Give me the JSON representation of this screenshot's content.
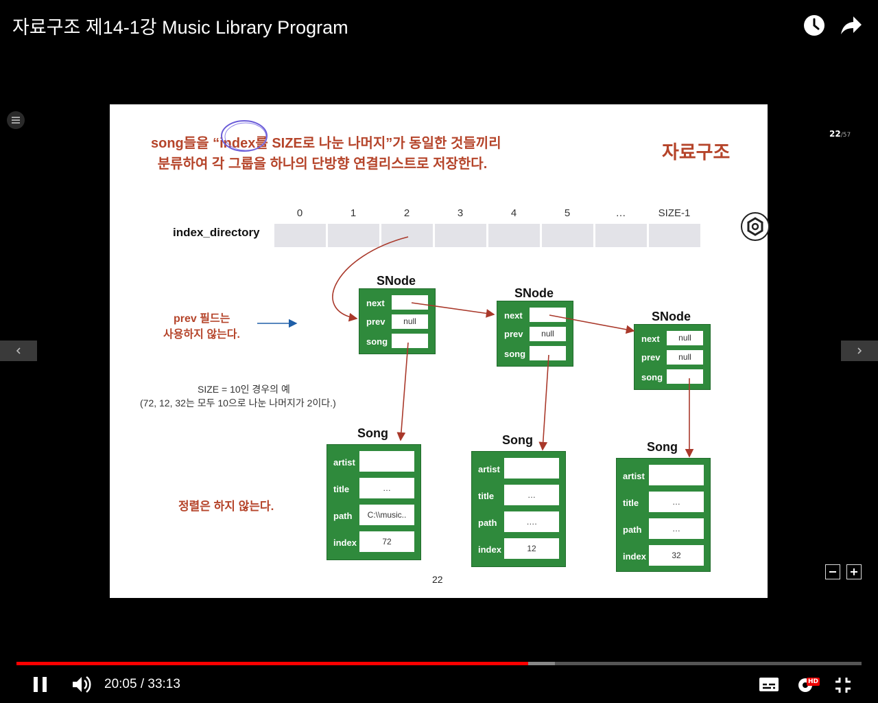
{
  "header": {
    "title": "자료구조 제14-1강 Music Library Program"
  },
  "slide_counter": {
    "current": "22",
    "total": "/57"
  },
  "slide": {
    "headline_line1": "song들을 “index를 SIZE로 나눈 나머지”가 동일한 것들끼리",
    "headline_line2": "분류하여 각 그룹을 하나의 단방향 연결리스트로 저장한다.",
    "badge": "자료구조",
    "index_directory_label": "index_directory",
    "indices": [
      "0",
      "1",
      "2",
      "3",
      "4",
      "5",
      "…",
      "SIZE-1"
    ],
    "prev_note_line1": "prev 필드는",
    "prev_note_line2": "사용하지 않는다.",
    "example_line1": "SIZE = 10인 경우의 예",
    "example_line2": "(72, 12, 32는 모두 10으로 나눈 나머지가 2이다.)",
    "sort_note": "정렬은 하지 않는다.",
    "page_number": "22",
    "snodes": [
      {
        "title": "SNode",
        "next_label": "next",
        "prev_label": "prev",
        "song_label": "song",
        "next_value": "",
        "prev_value": "null",
        "song_value": ""
      },
      {
        "title": "SNode",
        "next_label": "next",
        "prev_label": "prev",
        "song_label": "song",
        "next_value": "",
        "prev_value": "null",
        "song_value": ""
      },
      {
        "title": "SNode",
        "next_label": "next",
        "prev_label": "prev",
        "song_label": "song",
        "next_value": "null",
        "prev_value": "null",
        "song_value": ""
      }
    ],
    "songs": [
      {
        "title": "Song",
        "artist_label": "artist",
        "title_label": "title",
        "path_label": "path",
        "index_label": "index",
        "artist": "",
        "title_value": "…",
        "path": "C:\\\\music..",
        "index": "72"
      },
      {
        "title": "Song",
        "artist_label": "artist",
        "title_label": "title",
        "path_label": "path",
        "index_label": "index",
        "artist": "",
        "title_value": "…",
        "path": "….",
        "index": "12"
      },
      {
        "title": "Song",
        "artist_label": "artist",
        "title_label": "title",
        "path_label": "path",
        "index_label": "index",
        "artist": "",
        "title_value": "…",
        "path": "…",
        "index": "32"
      }
    ]
  },
  "player": {
    "time_current": "20:05",
    "time_separator": " / ",
    "time_total": "33:13",
    "progress_fraction": 0.6052,
    "buffered_fraction": 0.637,
    "hd_badge": "HD",
    "colors": {
      "progress": "#ff0000",
      "buffer": "#888888",
      "track": "#555555",
      "accent_red": "#b5442a",
      "node_green": "#2f8a3c"
    },
    "icons": [
      "watch-later-icon",
      "share-icon",
      "menu-icon",
      "prev-slide-icon",
      "next-slide-icon",
      "hexagon-icon",
      "zoom-out-icon",
      "zoom-in-icon",
      "pause-icon",
      "volume-icon",
      "subtitles-icon",
      "settings-icon",
      "exit-fullscreen-icon"
    ]
  }
}
